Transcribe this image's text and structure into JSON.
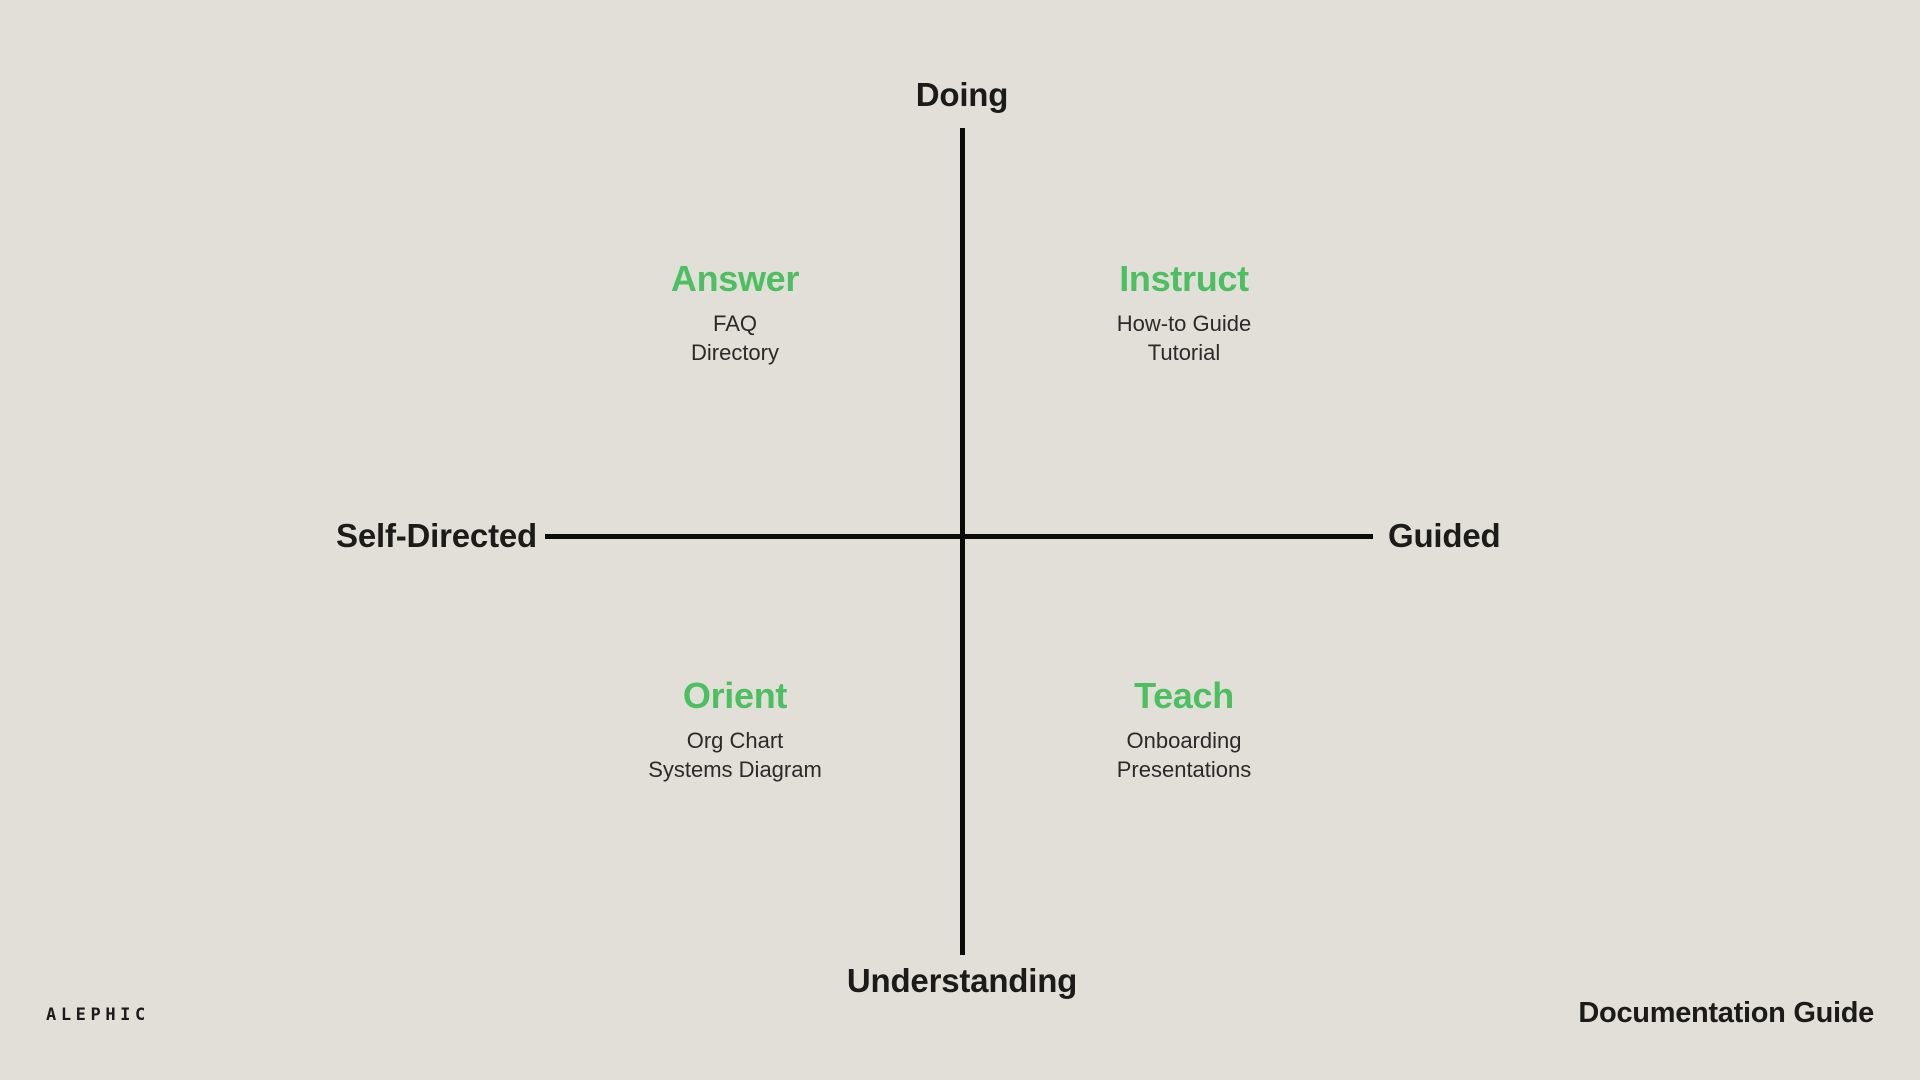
{
  "canvas": {
    "background_color": "#E2DED8",
    "axis_color": "#0B0B0A",
    "accent_color": "#4CBF60",
    "text_color": "#1B1B19",
    "subtext_color": "#2A2A28"
  },
  "axes": {
    "top_label": "Doing",
    "bottom_label": "Understanding",
    "left_label": "Self-Directed",
    "right_label": "Guided"
  },
  "quadrants": [
    {
      "id": "answer",
      "position": "upper-left",
      "title": "Answer",
      "items": [
        "FAQ",
        "Directory"
      ]
    },
    {
      "id": "instruct",
      "position": "upper-right",
      "title": "Instruct",
      "items": [
        "How-to Guide",
        "Tutorial"
      ]
    },
    {
      "id": "orient",
      "position": "lower-left",
      "title": "Orient",
      "items": [
        "Org Chart",
        "Systems Diagram"
      ]
    },
    {
      "id": "teach",
      "position": "lower-right",
      "title": "Teach",
      "items": [
        "Onboarding",
        "Presentations"
      ]
    }
  ],
  "footer": {
    "brand": "ALEPHIC",
    "caption": "Documentation Guide"
  },
  "chart_data": {
    "type": "scatter",
    "title": "Documentation Guide",
    "xlabel": "Self-Directed ↔ Guided",
    "ylabel": "Understanding ↔ Doing",
    "x_axis": {
      "left": "Self-Directed",
      "right": "Guided"
    },
    "y_axis": {
      "bottom": "Understanding",
      "top": "Doing"
    },
    "grid": false,
    "legend": "none",
    "points": [
      {
        "label": "Answer",
        "x": -1,
        "y": 1,
        "examples": [
          "FAQ",
          "Directory"
        ]
      },
      {
        "label": "Instruct",
        "x": 1,
        "y": 1,
        "examples": [
          "How-to Guide",
          "Tutorial"
        ]
      },
      {
        "label": "Orient",
        "x": -1,
        "y": -1,
        "examples": [
          "Org Chart",
          "Systems Diagram"
        ]
      },
      {
        "label": "Teach",
        "x": 1,
        "y": -1,
        "examples": [
          "Onboarding",
          "Presentations"
        ]
      }
    ]
  }
}
